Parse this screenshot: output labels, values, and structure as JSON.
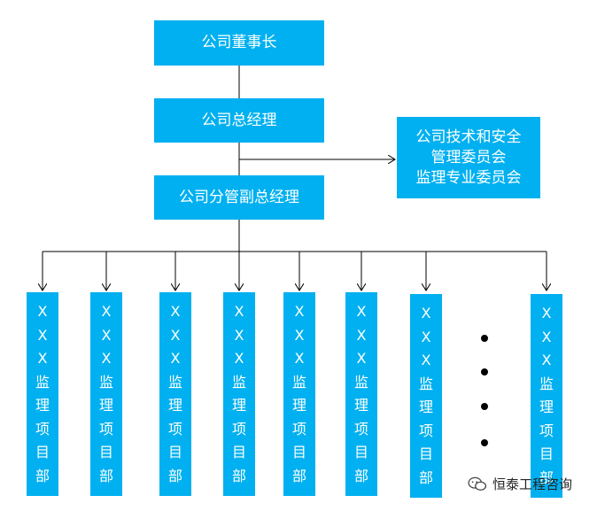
{
  "org": {
    "chairman": "公司董事长",
    "general_manager": "公司总经理",
    "deputy_gm": "公司分管副总经理",
    "committee": [
      "公司技术和安全",
      "管理委员会",
      "监理专业委员会"
    ]
  },
  "departments": [
    [
      "X",
      "X",
      "X",
      "监",
      "理",
      "项",
      "目",
      "部"
    ],
    [
      "X",
      "X",
      "X",
      "监",
      "理",
      "项",
      "目",
      "部"
    ],
    [
      "X",
      "X",
      "X",
      "监",
      "理",
      "项",
      "目",
      "部"
    ],
    [
      "X",
      "X",
      "X",
      "监",
      "理",
      "项",
      "目",
      "部"
    ],
    [
      "X",
      "X",
      "X",
      "监",
      "理",
      "项",
      "目",
      "部"
    ],
    [
      "X",
      "X",
      "X",
      "监",
      "理",
      "项",
      "目",
      "部"
    ],
    [
      "X",
      "X",
      "X",
      "监",
      "理",
      "项",
      "目",
      "部"
    ],
    [
      "X",
      "X",
      "X",
      "监",
      "理",
      "项",
      "目",
      "部"
    ]
  ],
  "watermark": {
    "text": "恒泰工程咨询",
    "icon": "wechat-icon"
  },
  "colors": {
    "box": "#00b0f0",
    "line": "#000000"
  }
}
